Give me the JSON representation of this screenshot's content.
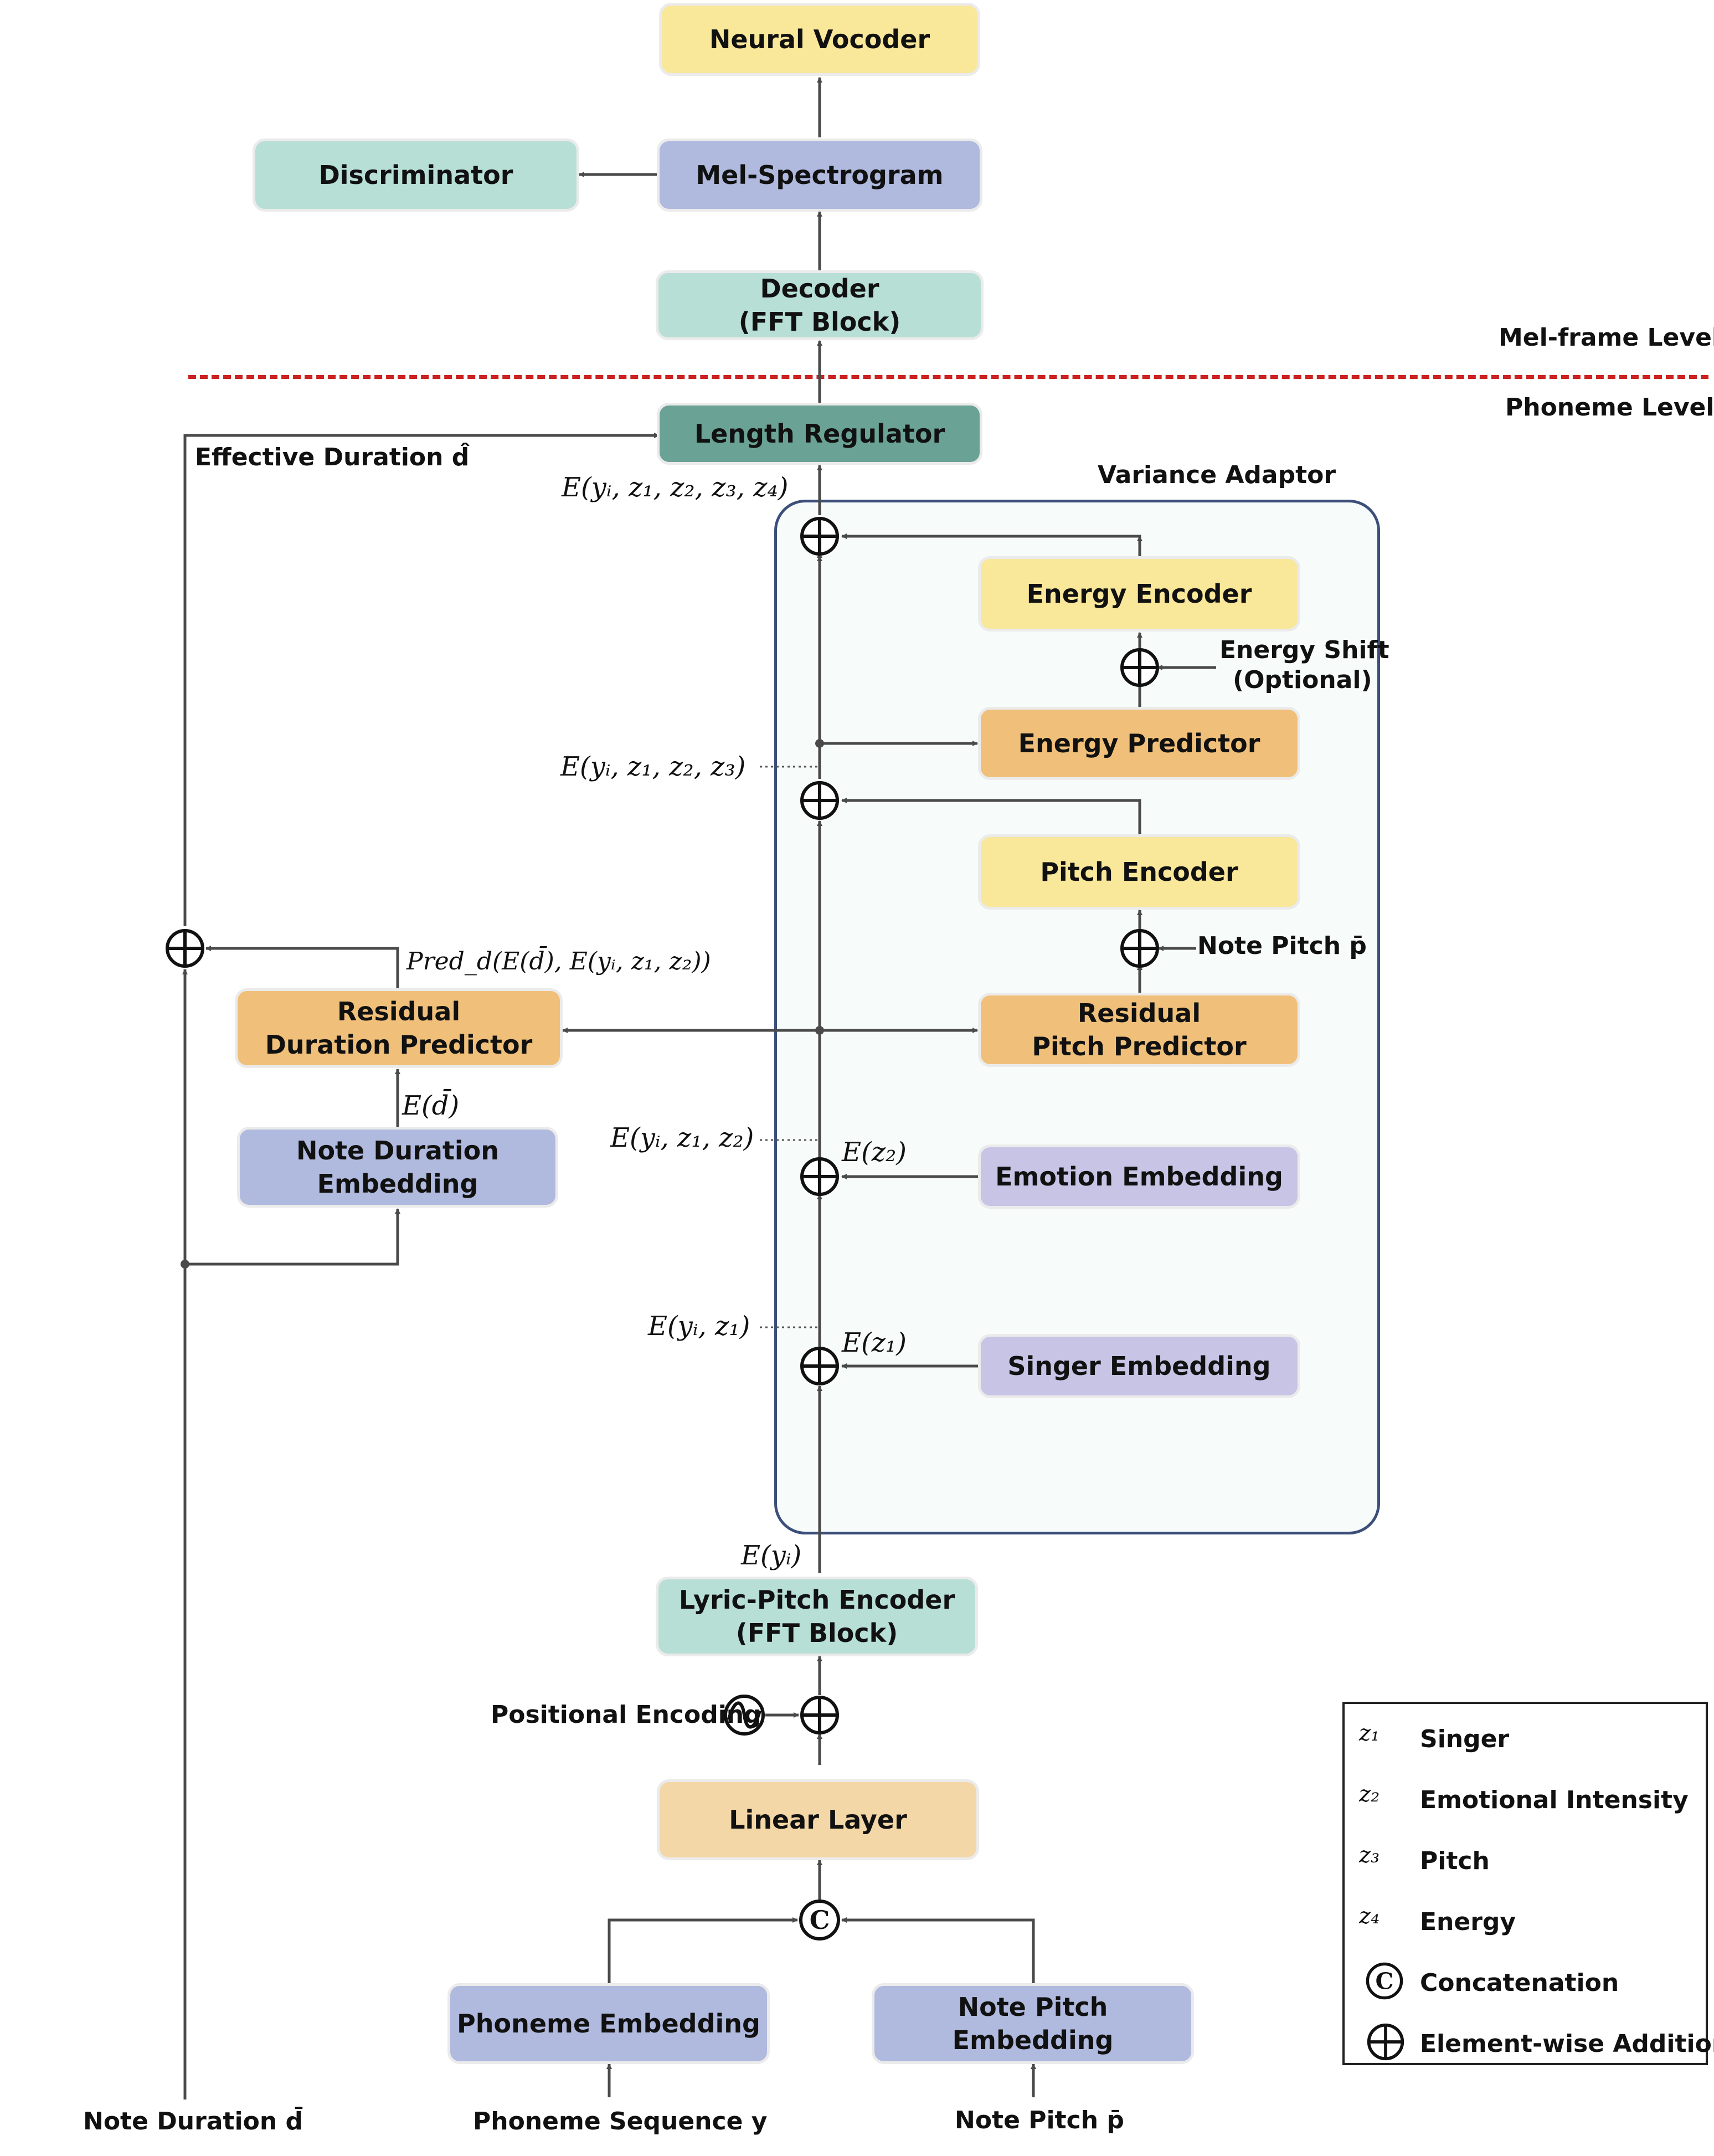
{
  "colors": {
    "yellow": "#f9e79a",
    "lavender": "#b0b9de",
    "mint": "#b7dfd6",
    "teal": "#6aa395",
    "orange": "#f0c07a",
    "peach": "#f3d7a7",
    "purple_soft": "#c7c4e6",
    "adaptor_fill": "#f7fcfb",
    "adaptor_border": "#3c4f7a",
    "divider": "#cc2222",
    "wire": "#4a4a4a"
  },
  "blocks": {
    "neural_vocoder": "Neural Vocoder",
    "discriminator": "Discriminator",
    "mel_spectrogram": "Mel-Spectrogram",
    "decoder": [
      "Decoder",
      "(FFT Block)"
    ],
    "length_regulator": "Length Regulator",
    "energy_encoder": "Energy Encoder",
    "energy_predictor": "Energy Predictor",
    "pitch_encoder": "Pitch Encoder",
    "residual_pitch_predictor": [
      "Residual",
      "Pitch Predictor"
    ],
    "residual_duration_predictor": [
      "Residual",
      "Duration Predictor"
    ],
    "note_duration_embedding": [
      "Note Duration",
      "Embedding"
    ],
    "emotion_embedding": "Emotion Embedding",
    "singer_embedding": "Singer Embedding",
    "lyric_pitch_encoder": [
      "Lyric-Pitch Encoder",
      "(FFT Block)"
    ],
    "linear_layer": "Linear Layer",
    "phoneme_embedding": "Phoneme Embedding",
    "note_pitch_embedding": "Note Pitch Embedding"
  },
  "labels": {
    "mel_frame_level": "Mel-frame Level",
    "phoneme_level": "Phoneme Level",
    "variance_adaptor": "Variance Adaptor",
    "effective_duration": "Effective Duration d̂",
    "energy_shift": [
      "Energy Shift",
      "(Optional)"
    ],
    "note_pitch_side": "Note Pitch p̄",
    "positional_encoding": "Positional Encoding",
    "input_note_duration": "Note Duration d̄",
    "input_phoneme_sequence": "Phoneme Sequence y",
    "input_note_pitch": "Note Pitch p̄"
  },
  "math": {
    "e_yz1234": "E(yᵢ, z₁, z₂, z₃, z₄)",
    "e_yz123": "E(yᵢ, z₁, z₂, z₃)",
    "e_yz12": "E(yᵢ, z₁, z₂)",
    "e_yz1": "E(yᵢ, z₁)",
    "e_y": "E(yᵢ)",
    "e_z2": "E(z₂)",
    "e_z1": "E(z₁)",
    "e_dbar": "E(d̄)",
    "pred_d": "Pred_d(E(d̄), E(yᵢ, z₁, z₂))"
  },
  "legend": [
    {
      "symbol": "z₁",
      "text": "Singer"
    },
    {
      "symbol": "z₂",
      "text": "Emotional Intensity"
    },
    {
      "symbol": "z₃",
      "text": "Pitch"
    },
    {
      "symbol": "z₄",
      "text": "Energy"
    },
    {
      "symbol": "concat-icon",
      "text": "Concatenation"
    },
    {
      "symbol": "plus-circle-icon",
      "text": "Element-wise Addition"
    }
  ]
}
